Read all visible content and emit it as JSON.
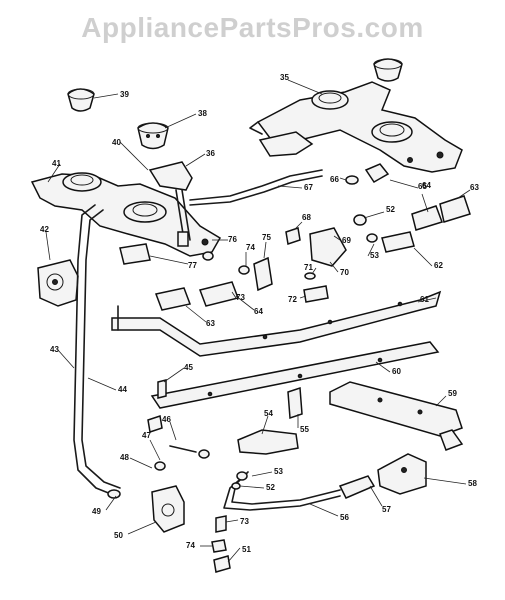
{
  "watermark": "AppliancePartsPros.com",
  "callouts": [
    "35",
    "39",
    "38",
    "40",
    "36",
    "41",
    "67",
    "66",
    "65",
    "64",
    "63",
    "42",
    "76",
    "77",
    "68",
    "69",
    "52",
    "53",
    "62",
    "74",
    "75",
    "71",
    "70",
    "73",
    "72",
    "61",
    "64b",
    "63b",
    "43",
    "44",
    "45",
    "60",
    "59",
    "46",
    "54",
    "55",
    "47",
    "48",
    "53b",
    "52b",
    "58",
    "49",
    "57",
    "50",
    "73b",
    "56",
    "74b",
    "51"
  ]
}
